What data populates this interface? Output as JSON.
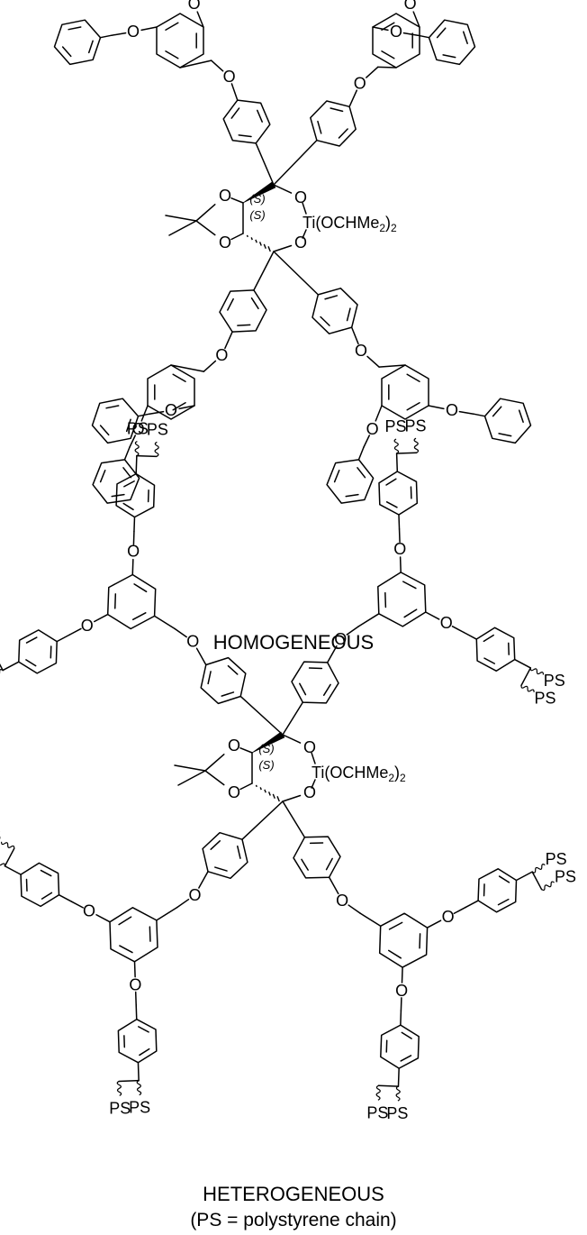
{
  "labels": {
    "oxygen": "O",
    "ti_core": "Ti(OCHMe",
    "ti_sub": "2",
    "ti_close": ")",
    "ti_sub2": "2",
    "stereo_s": "(S)",
    "ps": "PS"
  },
  "captions": {
    "homogeneous": "HOMOGENEOUS",
    "heterogeneous": "HETEROGENEOUS",
    "legend": "(PS = polystyrene chain)"
  }
}
